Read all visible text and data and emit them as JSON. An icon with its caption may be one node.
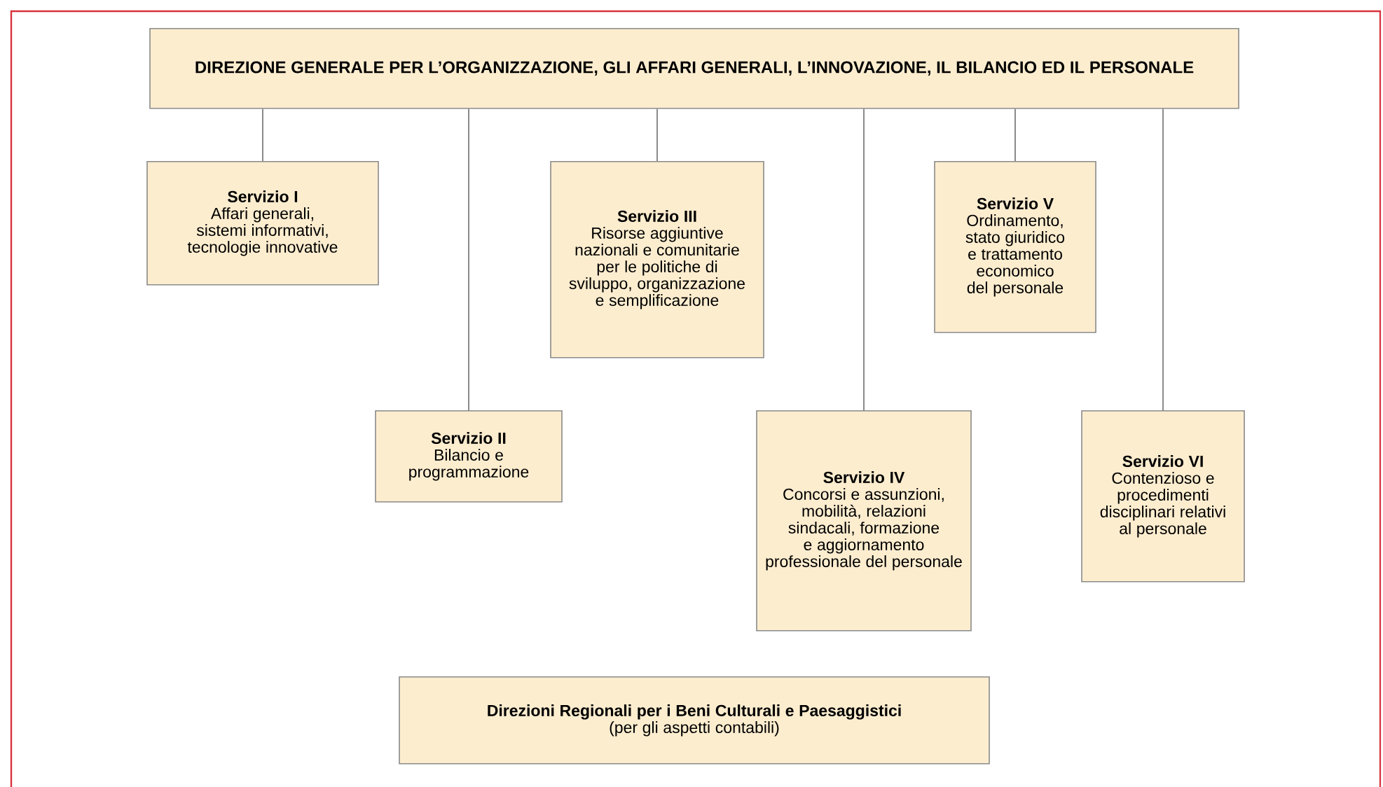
{
  "diagram": {
    "nodes": [
      {
        "text": [
          "DIREZIONE GENERALE PER L’ORGANIZZAZIONE, GLI AFFARI GENERALI, L’INNOVAZIONE, IL BILANCIO ED IL PERSONALE"
        ]
      },
      {
        "text": [
          "Servizio I",
          "Affari generali, sistemi informativi, tecnologie innovative"
        ]
      },
      {
        "text": [
          "Servizio II",
          "Bilancio e programmazione"
        ]
      },
      {
        "text": [
          "Servizio III",
          "Risorse aggiuntive nazionali e comunitarie per le politiche di sviluppo, organizzazione e semplificazione"
        ]
      },
      {
        "text": [
          "Servizio IV",
          "Concorsi e assunzioni, mobilità, relazioni sindacali, formazione e aggiornamento professionale del personale"
        ]
      },
      {
        "text": [
          "Servizio V",
          "Ordinamento, stato giuridico e trattamento economico del personale"
        ]
      },
      {
        "text": [
          "Servizio VI",
          "Contenzioso e procedimenti disciplinari relativi al personale"
        ]
      },
      {
        "text": [
          "Direzioni Regionali per i Beni Culturali e Paesaggistici",
          "(per gli aspetti contabili)"
        ]
      }
    ],
    "edges": [
      {
        "from": 0,
        "to": 1,
        "arrow": "none"
      },
      {
        "from": 0,
        "to": 2,
        "arrow": "none"
      },
      {
        "from": 0,
        "to": 3,
        "arrow": "none"
      },
      {
        "from": 0,
        "to": 4,
        "arrow": "none"
      },
      {
        "from": 0,
        "to": 5,
        "arrow": "none"
      },
      {
        "from": 0,
        "to": 6,
        "arrow": "none"
      }
    ]
  }
}
